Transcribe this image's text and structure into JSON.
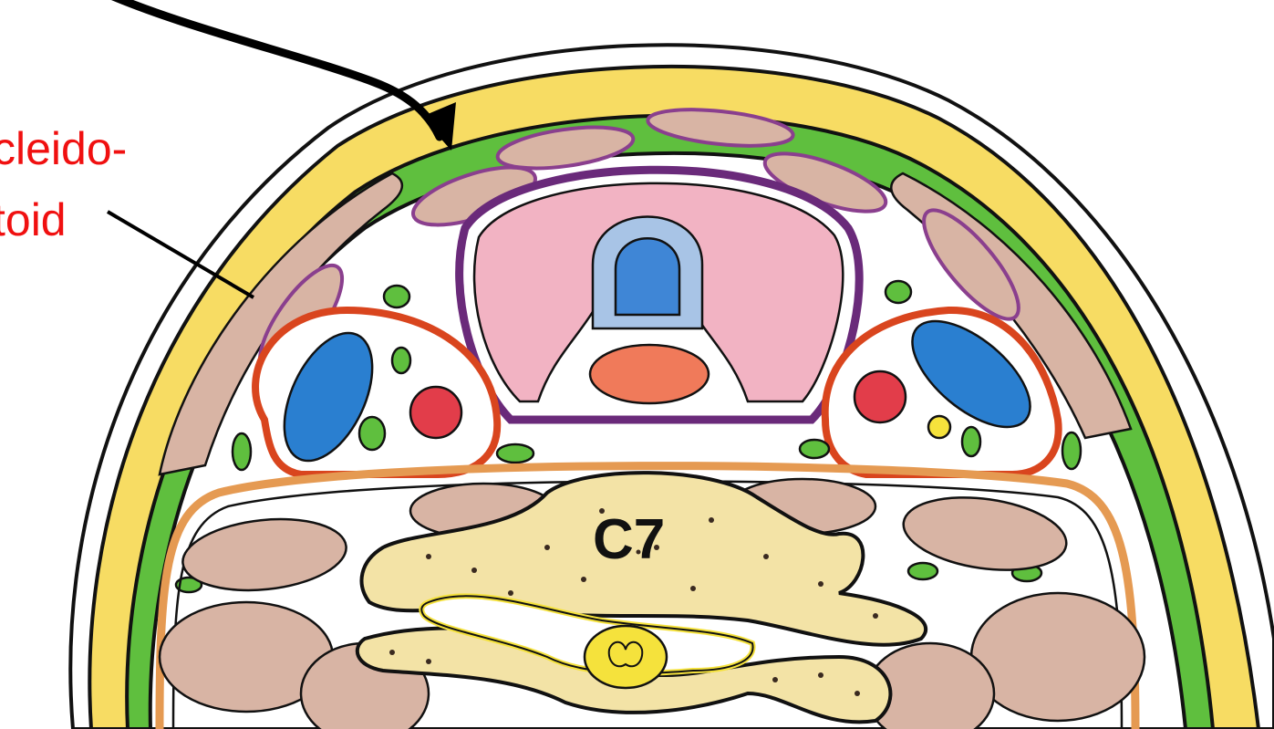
{
  "labels": {
    "sternocleidomastoid_line1": "cleido-",
    "sternocleidomastoid_line2": "toid",
    "vertebra": "C7"
  },
  "colors": {
    "skin_fat": "#f7dc63",
    "fascia_green": "#5fbf3e",
    "muscle": "#d8b4a4",
    "muscle_outline": "#8a5a55",
    "strap_muscle_outline": "#8a3f8e",
    "thyroid_capsule": "#6a2a7a",
    "thyroid": "#f2b3c3",
    "trachea_blue": "#a8c4e6",
    "carotid_sheath_red": "#d9451e",
    "vein_blue": "#2a7fd0",
    "artery_red": "#e23d4a",
    "esophagus": "#f07a5a",
    "vertebra_bone": "#f3e3a6",
    "spinal_cord": "#f5e23c",
    "prevertebral_orange": "#e59a52",
    "label_red": "#f01010"
  },
  "icons": [
    "arrow-pointer",
    "leader-line"
  ]
}
